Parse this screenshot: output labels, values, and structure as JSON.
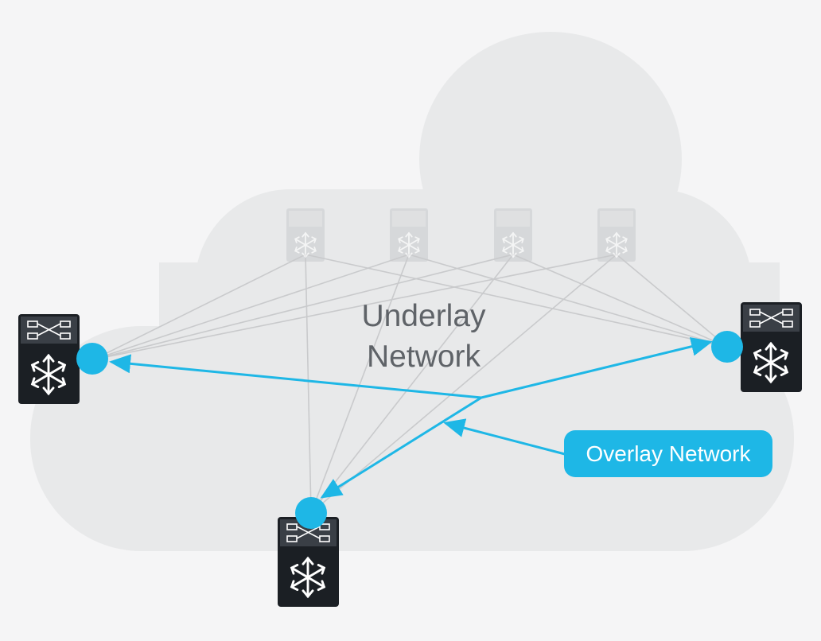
{
  "labels": {
    "underlay_line1": "Underlay",
    "underlay_line2": "Network",
    "overlay": "Overlay Network"
  },
  "icons": {
    "spine_switch": "switch-icon",
    "leaf_switch": "switch-icon",
    "tunnel_endpoint": "vtep-dot"
  },
  "colors": {
    "background": "#f5f5f6",
    "cloud": "#e8e9ea",
    "overlay_accent": "#1eb7e6",
    "underlay_links": "#c9cacc",
    "switch_dark": "#1b1f24",
    "text": "#5f6368"
  }
}
